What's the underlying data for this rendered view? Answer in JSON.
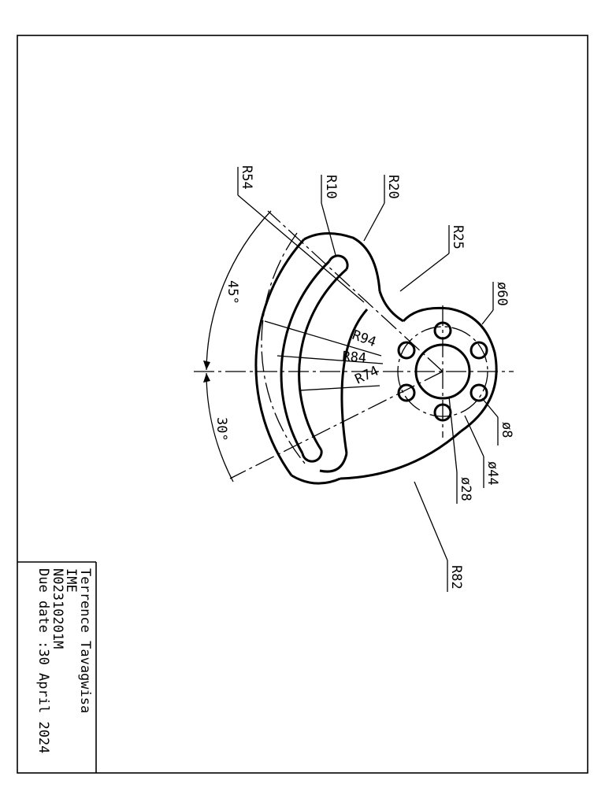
{
  "title_block": {
    "name": "Terrence Tavagwisa",
    "course": "IME",
    "student_no": "N02310201M",
    "due": "Due date :30 April 2024"
  },
  "dimensions": {
    "r54": "R54",
    "r10": "R10",
    "r20": "R20",
    "r25": "R25",
    "d60": "ø60",
    "d8": "ø8",
    "d44": "ø44",
    "d28": "ø28",
    "r82": "R82",
    "r94": "R94",
    "r84": "R84",
    "r74": "R74",
    "a45": "45°",
    "a30": "30°"
  }
}
